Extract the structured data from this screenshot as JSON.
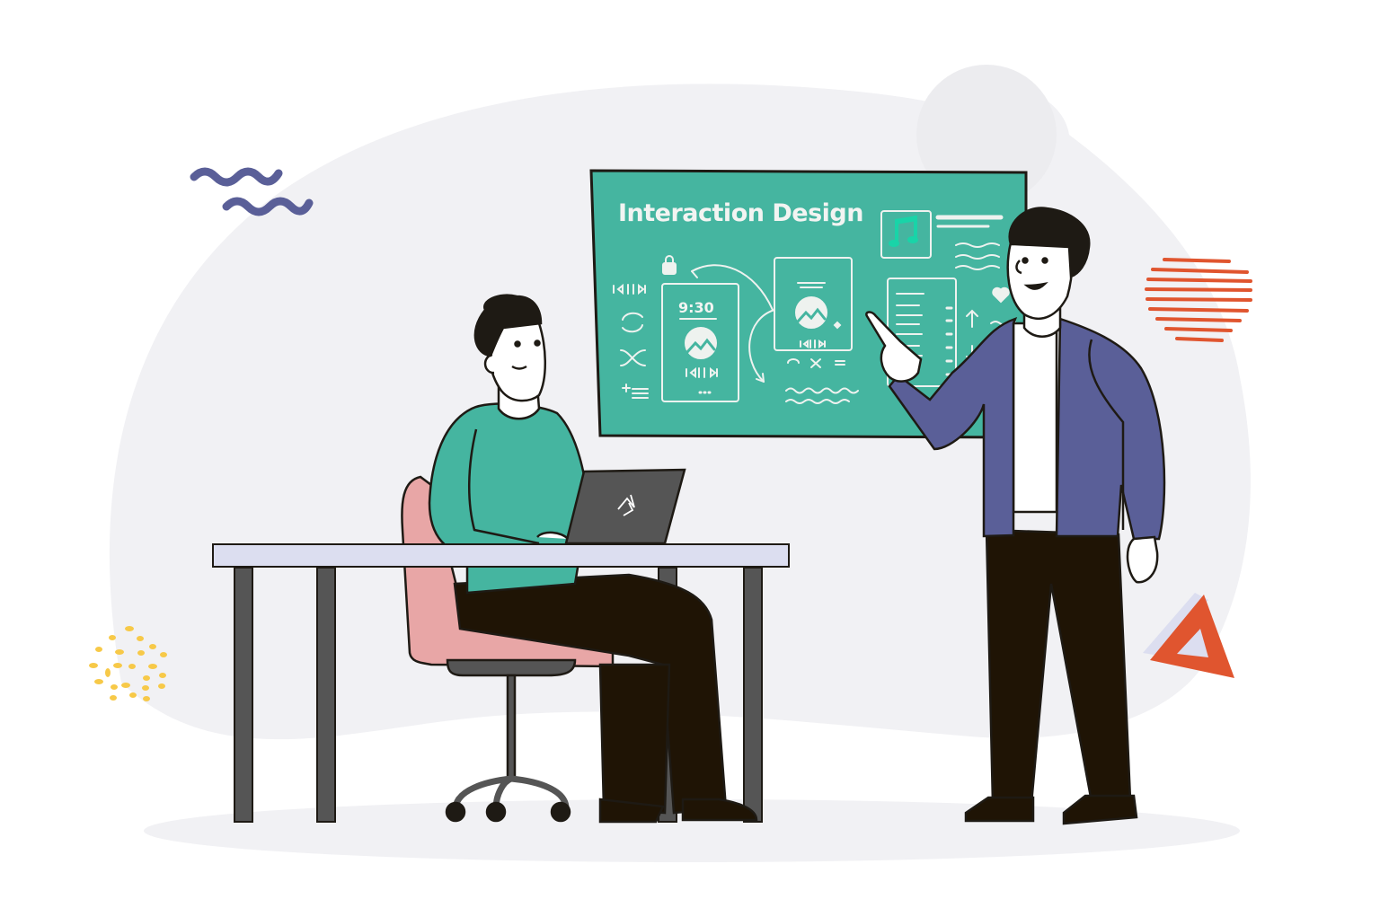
{
  "scene": {
    "description": "Flat illustration of an interaction design presentation",
    "colors": {
      "background_blob": "#f1f1f4",
      "board": "#45b5a0",
      "board_line": "#eef2ef",
      "outline": "#1e1a14",
      "green_shirt": "#45b5a0",
      "jacket": "#5a5f98",
      "pants": "#1f1405",
      "chair": "#e8a6a6",
      "desk_top": "#dcdef0",
      "desk_legs": "#555555",
      "laptop": "#555555",
      "wave_deco": "#5a5f98",
      "stripes_deco": "#e0552f",
      "triangle_deco": "#e0552f",
      "dots_deco": "#f7c948",
      "music_icon": "#19d4a8"
    }
  },
  "board": {
    "title": "Interaction Design",
    "phone_clock": "9:30"
  }
}
